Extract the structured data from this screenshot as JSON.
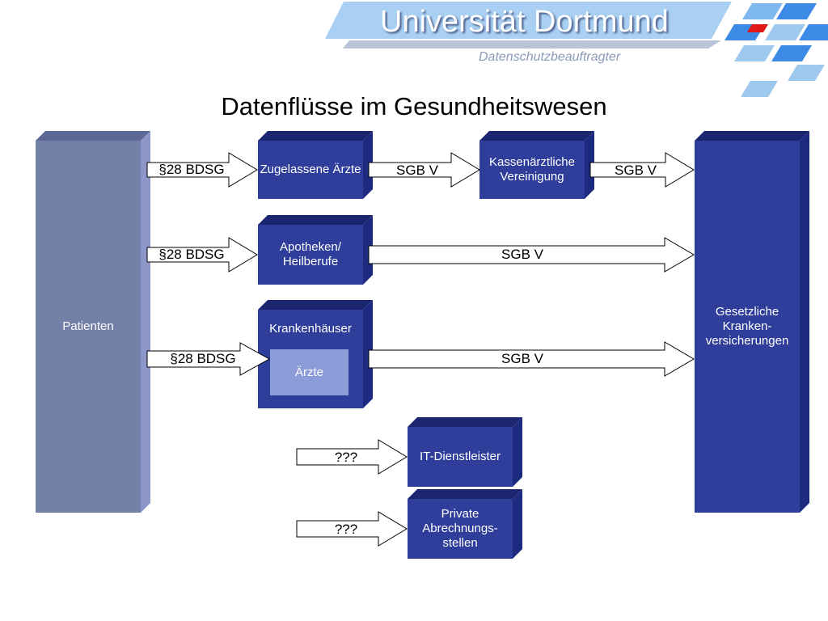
{
  "header": {
    "university": "Universität Dortmund",
    "department": "Datenschutzbeauftragter"
  },
  "title": "Datenflüsse im Gesundheitswesen",
  "colors": {
    "box_dark": "#2e3e9a",
    "patient_column": "#7380a8",
    "hospital_inner": "#8c9cd8",
    "banner": "#9fc8ee"
  },
  "nodes": {
    "patienten": "Patienten",
    "zugelassene_aerzte": "Zugelassene Ärzte",
    "kassenaerztliche_vereinigung": "Kassenärztliche Vereinigung",
    "apotheken": "Apotheken/ Heilberufe",
    "krankenhaeuser": "Krankenhäuser",
    "krankenhaus_aerzte": "Ärzte",
    "gkv": "Gesetzliche Kranken-versicherungen",
    "it_dienstleister": "IT-Dienstleister",
    "abrechnungsstellen": "Private Abrechnungs-stellen"
  },
  "edges": {
    "bdsg_1": "§28 BDSG",
    "sgb_1": "SGB V",
    "sgb_2": "SGB V",
    "bdsg_2": "§28 BDSG",
    "sgb_3": "SGB V",
    "bdsg_3": "§28 BDSG",
    "sgb_4": "SGB V",
    "unknown_1": "???",
    "unknown_2": "???"
  }
}
